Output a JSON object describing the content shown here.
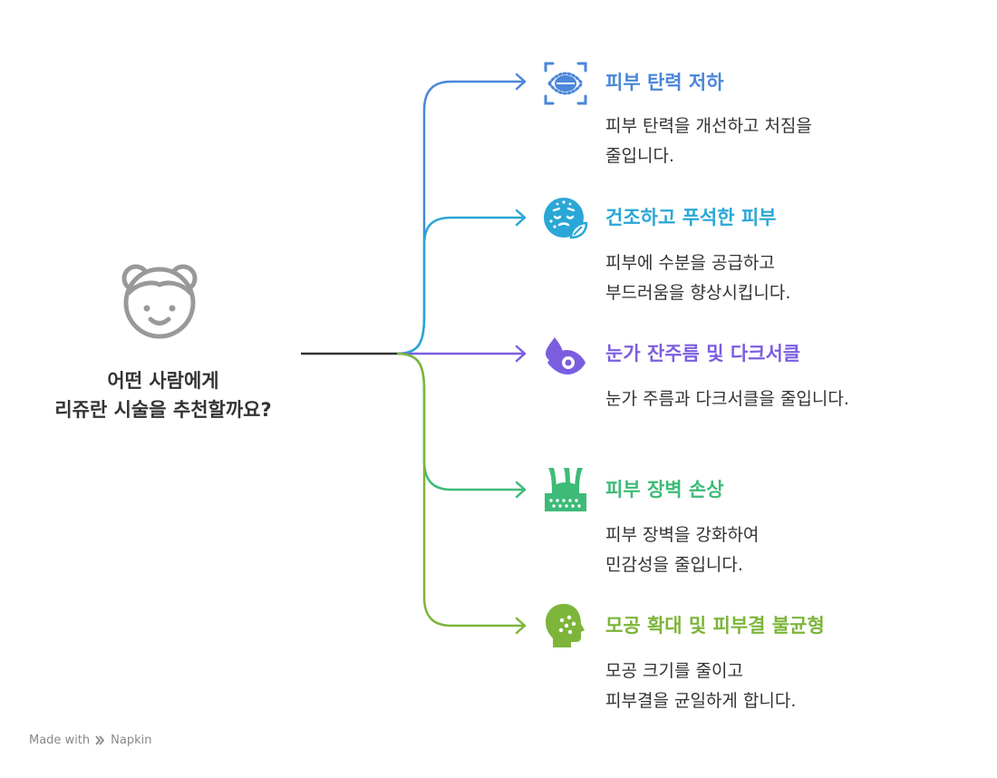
{
  "center": {
    "line1": "어떤 사람에게",
    "line2": "리쥬란 시술을 추천할까요?"
  },
  "branches": [
    {
      "title": "피부 탄력 저하",
      "desc1": "피부 탄력을 개선하고 처짐을",
      "desc2": "줄입니다.",
      "color": "#4a86d9",
      "icon": "face-scan-icon"
    },
    {
      "title": "건조하고 푸석한 피부",
      "desc1": "피부에 수분을 공급하고",
      "desc2": "부드러움을 향상시킵니다.",
      "color": "#2aa7d6",
      "icon": "dry-skin-face-icon"
    },
    {
      "title": "눈가 잔주름 및 다크서클",
      "desc1": "눈가 주름과 다크서클을 줄입니다.",
      "color": "#7b5ee0",
      "icon": "eye-drop-icon"
    },
    {
      "title": "피부 장벽 손상",
      "desc1": "피부 장벽을 강화하여",
      "desc2": "민감성을 줄입니다.",
      "color": "#3dbb77",
      "icon": "skin-barrier-icon"
    },
    {
      "title": "모공 확대 및 피부결 불균형",
      "desc1": "모공 크기를 줄이고",
      "desc2": "피부결을 균일하게 합니다.",
      "color": "#7db53a",
      "icon": "head-pores-icon"
    }
  ],
  "footer": {
    "made_with": "Made with",
    "brand": "Napkin"
  }
}
